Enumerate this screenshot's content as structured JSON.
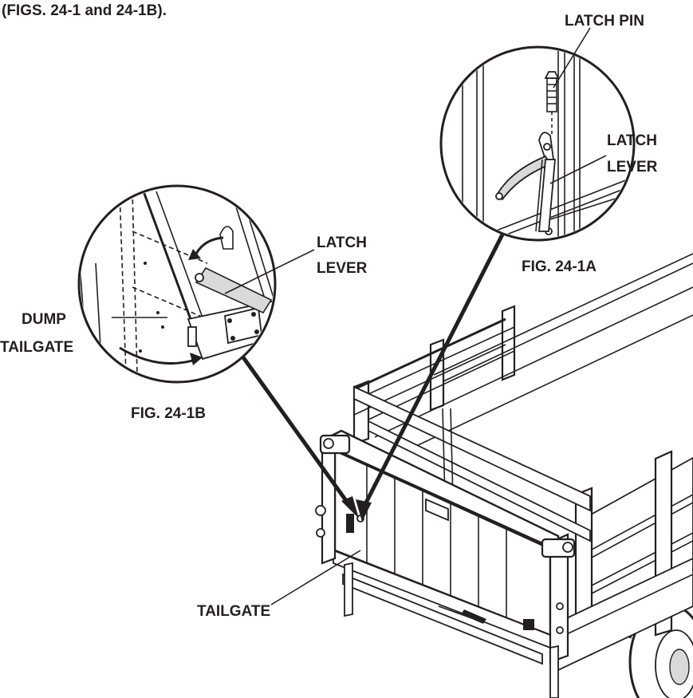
{
  "intro_text": "(FIGS. 24-1 and 24-1B).",
  "labels": {
    "latch_pin": "LATCH PIN",
    "latch_lever_a_line1": "LATCH",
    "latch_lever_a_line2": "LEVER",
    "latch_lever_b_line1": "LATCH",
    "latch_lever_b_line2": "LEVER",
    "dump_line1": "DUMP",
    "dump_line2": "TAILGATE",
    "tailgate": "TAILGATE"
  },
  "captions": {
    "fig_a": "FIG. 24-1A",
    "fig_b": "FIG. 24-1B"
  },
  "colors": {
    "ink": "#231f20",
    "paper": "#ffffff",
    "shade": "#d9d9d9"
  }
}
